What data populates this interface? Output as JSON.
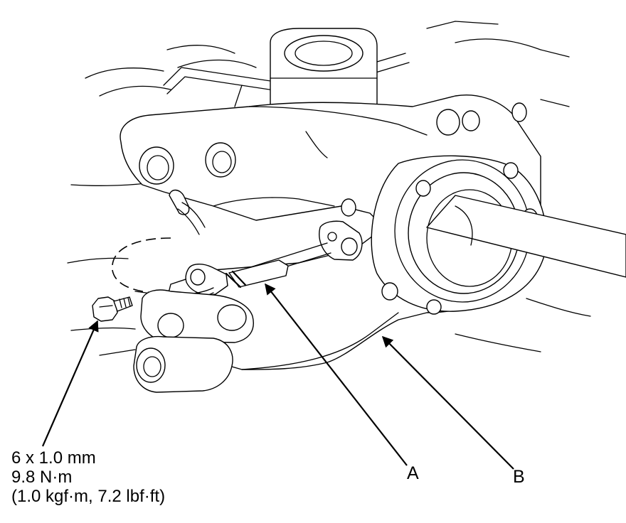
{
  "bolt_spec": {
    "size": "6 x 1.0 mm",
    "torque_nm": "9.8 N·m",
    "torque_alt": "(1.0 kgf·m, 7.2 lbf·ft)"
  },
  "callouts": {
    "a": "A",
    "b": "B"
  }
}
